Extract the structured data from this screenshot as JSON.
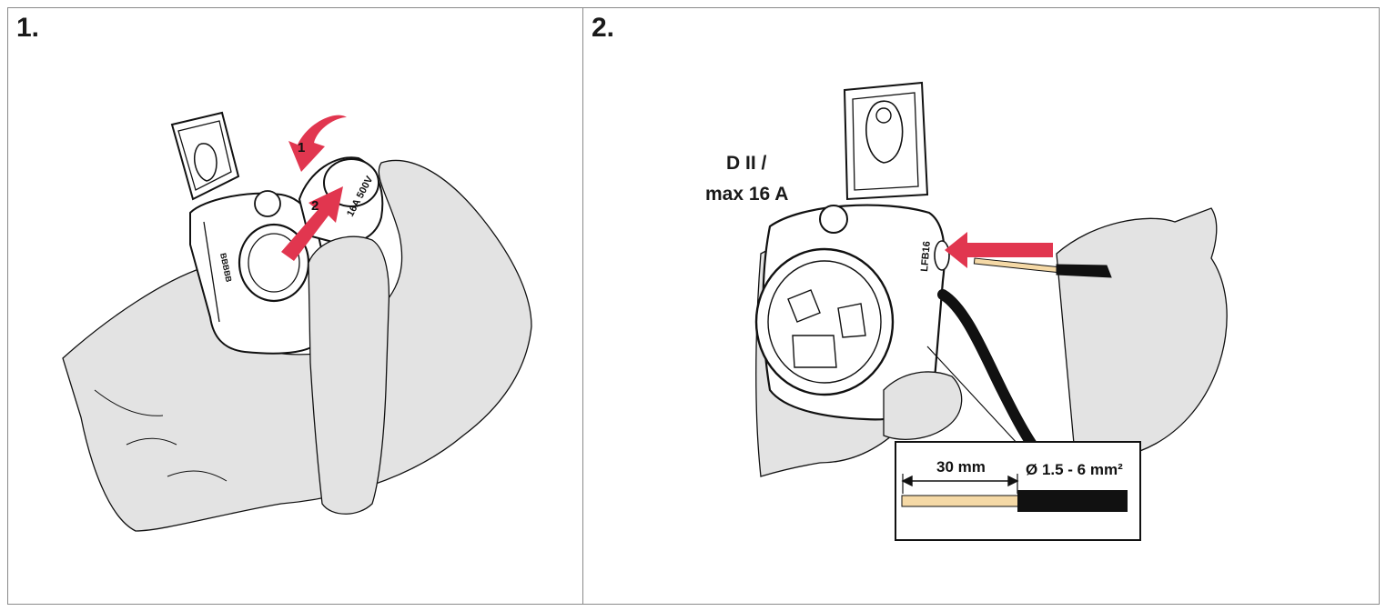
{
  "steps": [
    {
      "number": "1.",
      "callouts": {
        "rotate_arrow": "1",
        "lift_arrow": "2"
      },
      "product_marking": "16A 500V"
    },
    {
      "number": "2.",
      "rating_line1": "D II /",
      "rating_line2": "max 16 A",
      "product_marking": "LFB16",
      "detail": {
        "strip_length": "30 mm",
        "cross_section": "Ø 1.5 - 6 mm²"
      }
    }
  ],
  "colors": {
    "hand_fill": "#e3e3e3",
    "outline": "#111111",
    "arrow_red": "#e1364f",
    "conductor": "#f5d9a6",
    "cable": "#111111"
  },
  "icons": [
    "rotate-arrow-icon",
    "insert-arrow-icon",
    "dimension-arrow-icon"
  ]
}
